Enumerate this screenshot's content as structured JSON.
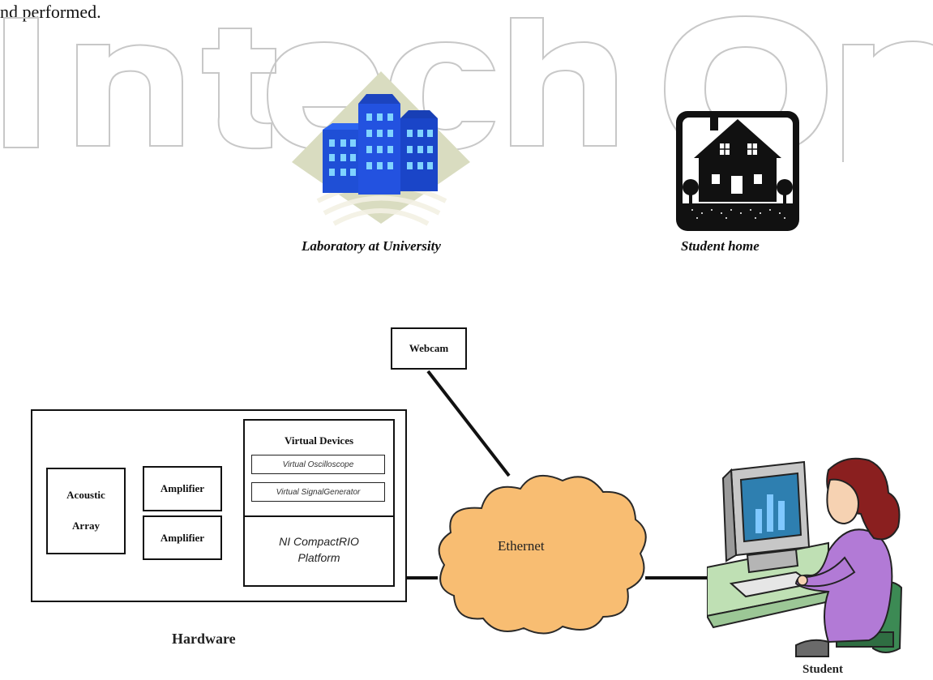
{
  "page_text": {
    "intro_fragment": "nd performed."
  },
  "watermark": {
    "text": "IntechOpen"
  },
  "labels": {
    "laboratory": "Laboratory at University",
    "student_home": "Student home",
    "webcam": "Webcam",
    "virtual_devices": "Virtual Devices",
    "virtual_oscilloscope": "Virtual Oscilloscope",
    "virtual_signal_generator": "Virtual SignalGenerator",
    "acoustic": "Acoustic",
    "array": "Array",
    "amplifier_top": "Amplifier",
    "amplifier_bottom": "Amplifier",
    "ni_compactrio_line1": "NI CompactRIO",
    "ni_compactrio_line2": "Platform",
    "ethernet": "Ethernet",
    "hardware": "Hardware",
    "student": "Student"
  },
  "colors": {
    "building_blue": "#1f4fd6",
    "diamond_fill": "#d9dcc0",
    "cloud_fill": "#f8bd72",
    "person_shirt": "#b27ad6",
    "hair": "#8a1f1f",
    "monitor_screen": "#2e7fb0",
    "chair": "#3c8a54"
  }
}
